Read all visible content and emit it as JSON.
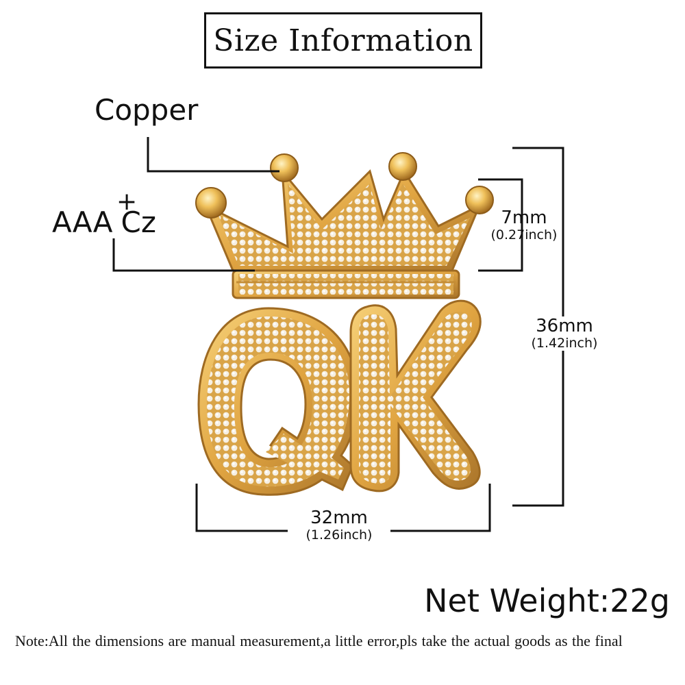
{
  "title": "Size Information",
  "labels": {
    "copper": "Copper",
    "cz_main": "AAA",
    "cz_plus": "+",
    "cz_suffix": "Cz"
  },
  "dimensions": {
    "crown": {
      "mm": "7mm",
      "inch": "(0.27inch)"
    },
    "height": {
      "mm": "36mm",
      "inch": "(1.42inch)"
    },
    "width": {
      "mm": "32mm",
      "inch": "(1.26inch)"
    }
  },
  "pendant_letters": "QK",
  "net_weight": "Net Weight:22g",
  "note": "Note:All the dimensions are manual measurement,a little error,pls take the actual goods as the final",
  "colors": {
    "gold": "#e8b24a",
    "gold_dark": "#b5802a",
    "stone": "#f4ead8",
    "line": "#111111"
  }
}
